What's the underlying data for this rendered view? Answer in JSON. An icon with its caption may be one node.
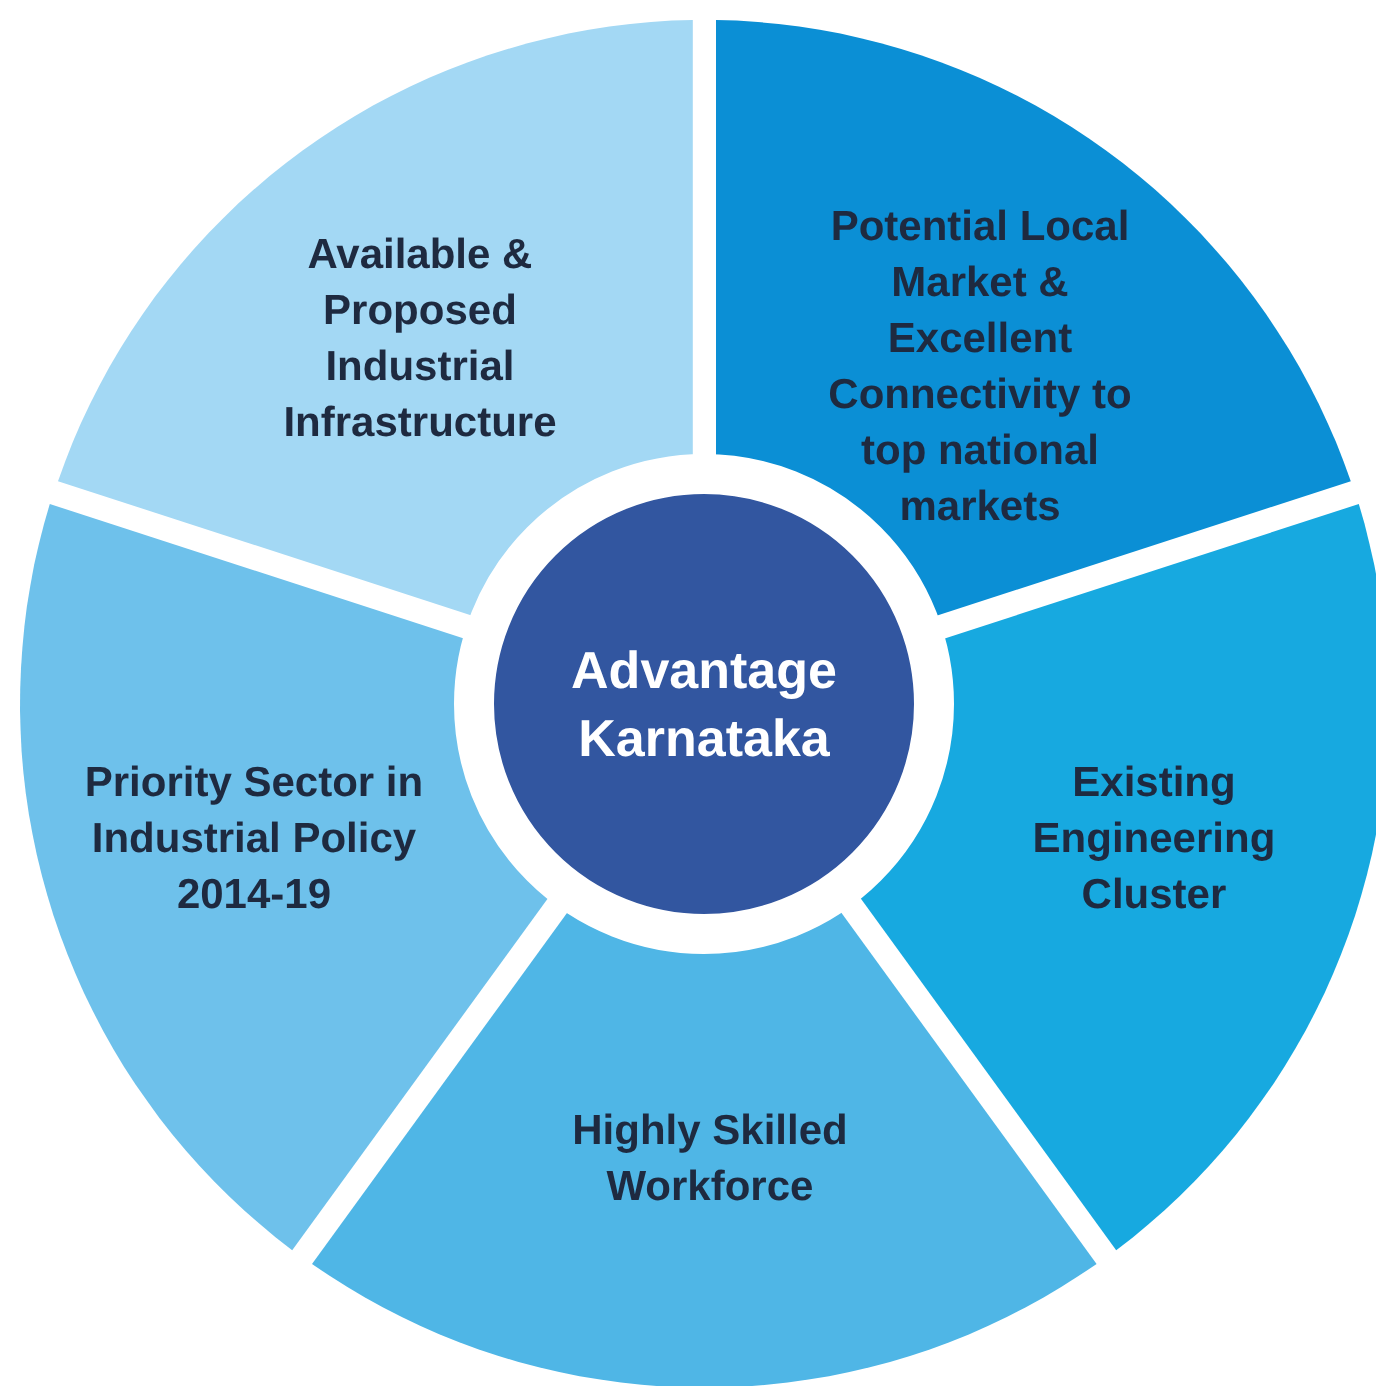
{
  "diagram": {
    "nodes": [
      {
        "text": [
          "Available & Proposed Industrial Infrastructure"
        ]
      },
      {
        "text": [
          "Potential Local Market & Excellent Connectivity to top national markets"
        ]
      },
      {
        "text": [
          "Advantage Karnataka"
        ]
      },
      {
        "text": [
          "Priority Sector in Industrial Policy 2014-19"
        ]
      },
      {
        "text": [
          "Existing Engineering Cluster"
        ]
      },
      {
        "text": [
          "Highly Skilled Workforce"
        ]
      }
    ]
  }
}
